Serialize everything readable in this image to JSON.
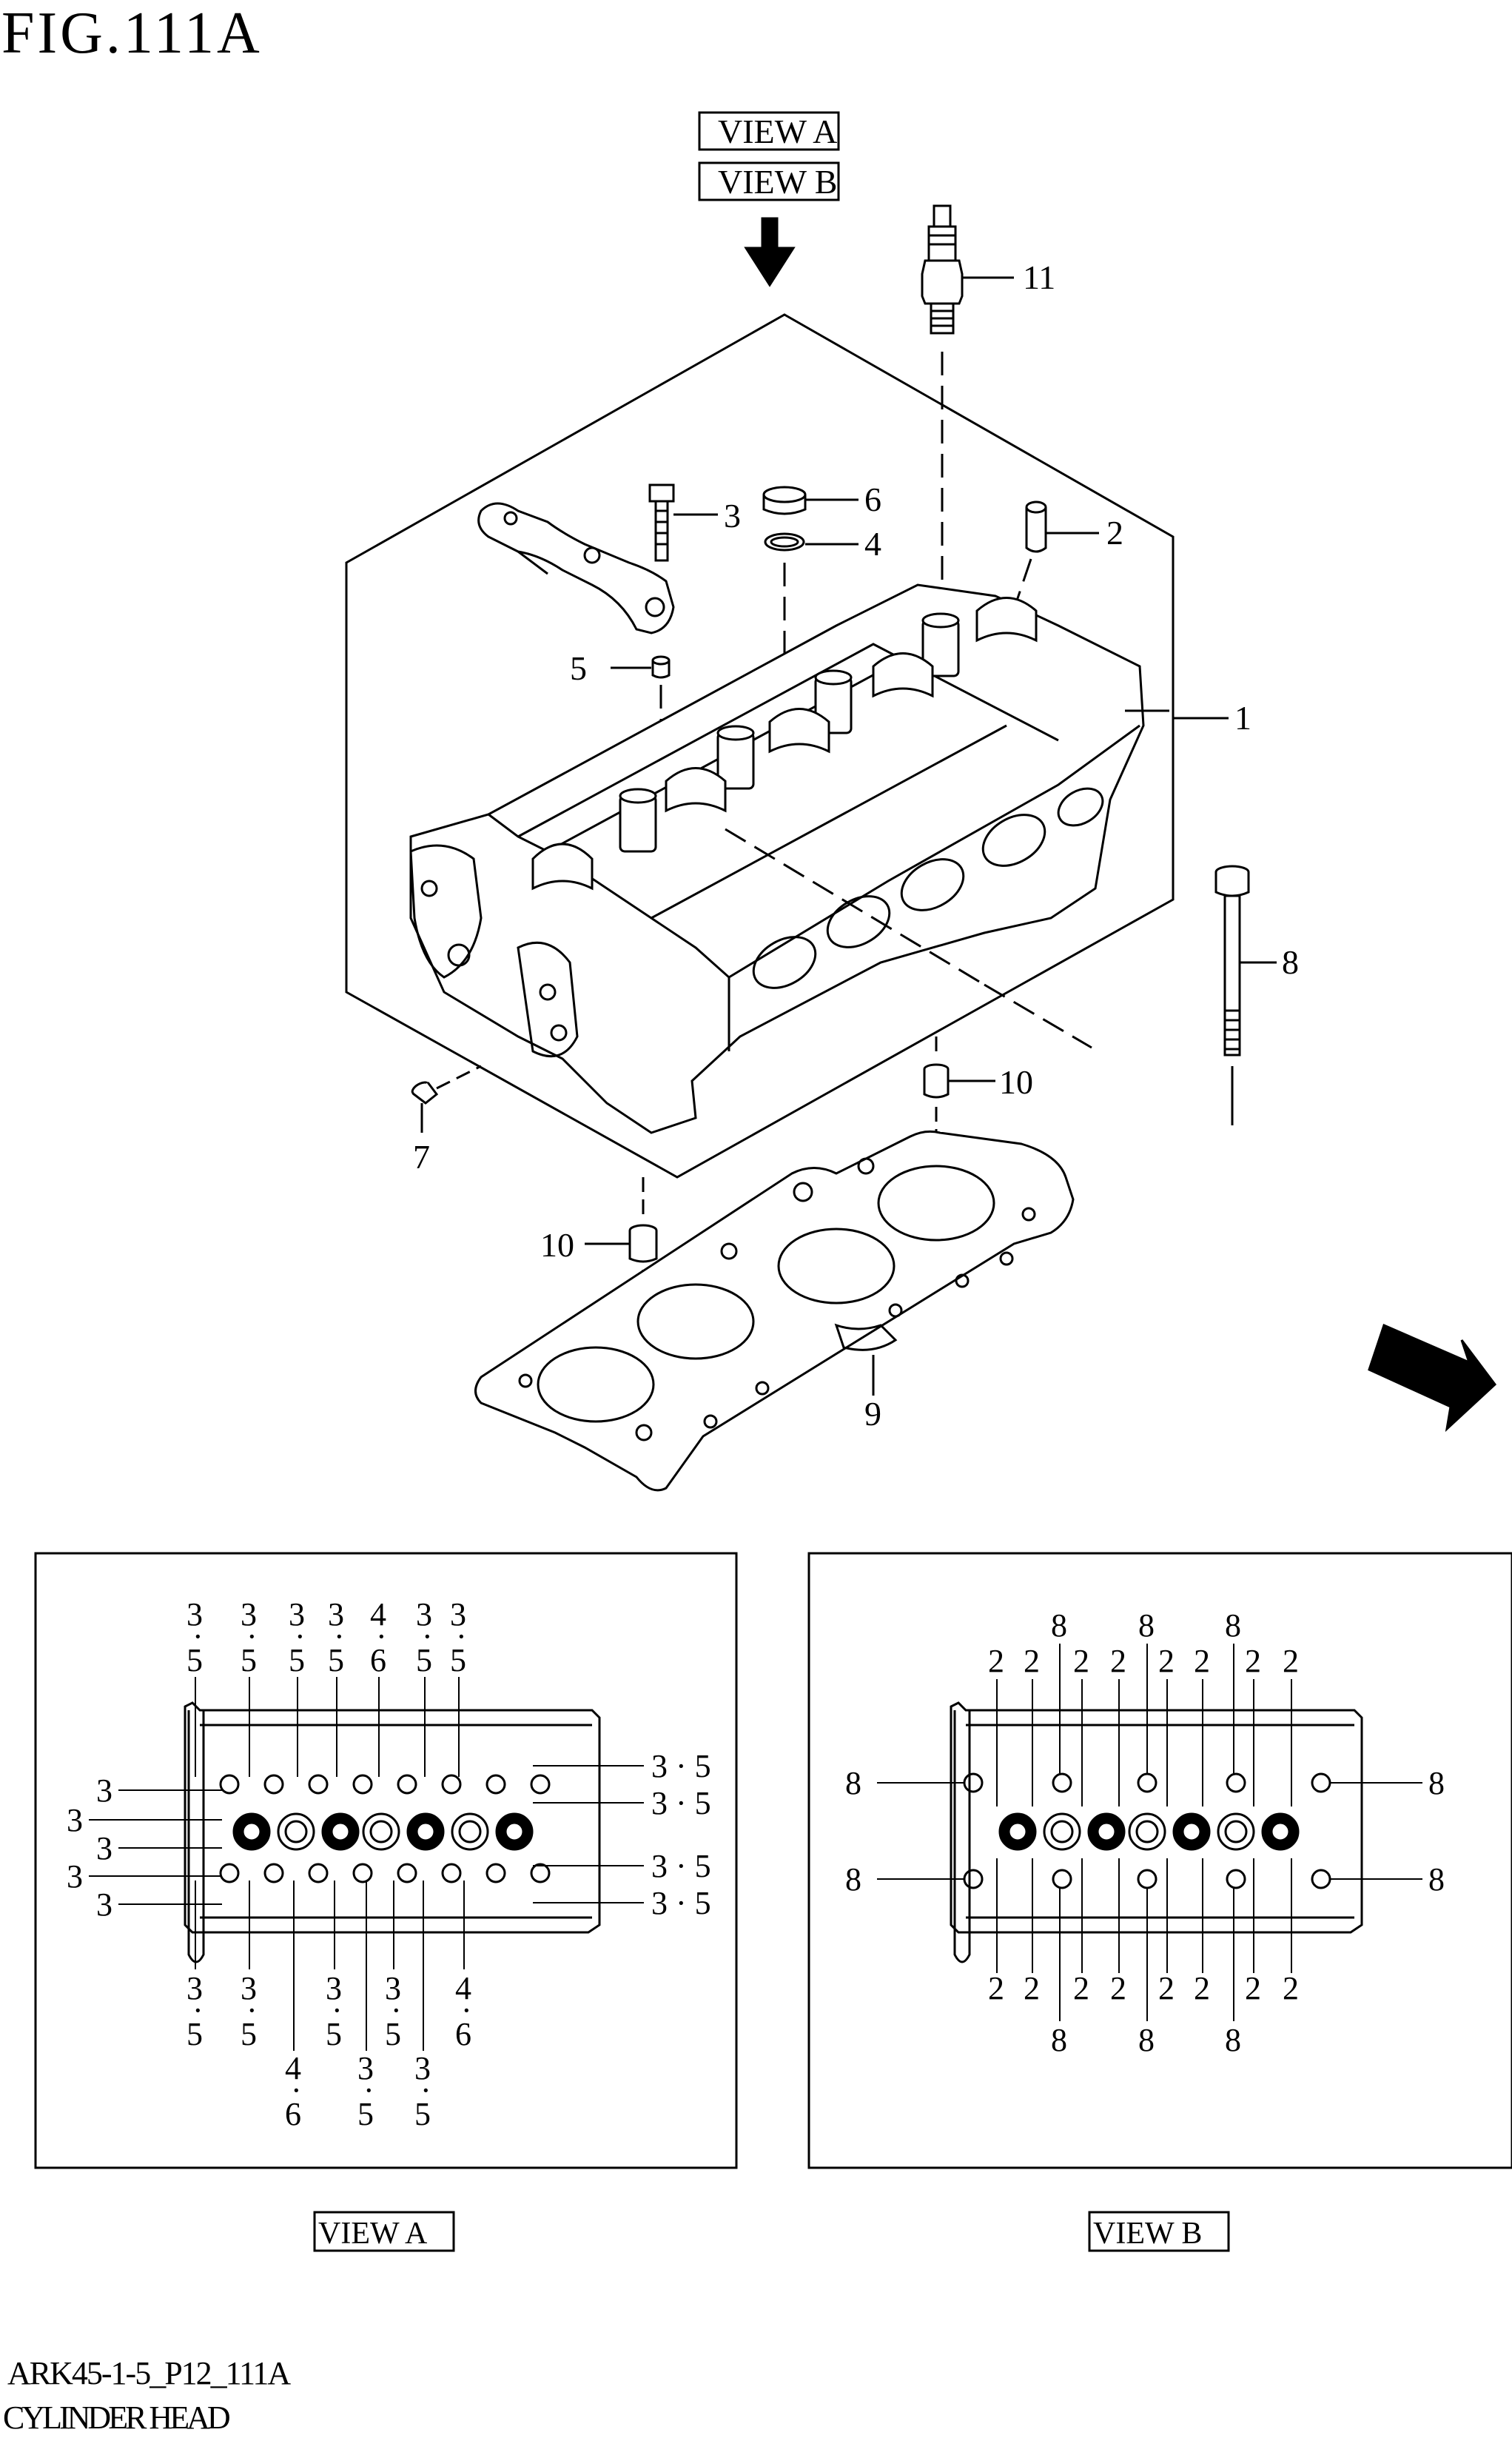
{
  "figure": {
    "title": "FIG.111A"
  },
  "footer": {
    "code": "ARK45-1-5_P12_111A",
    "name": "CYLINDER HEAD"
  },
  "view_labels": {
    "a": "VIEW A",
    "b": "VIEW B"
  },
  "fwd_label": "FWD",
  "callouts": {
    "c1": "1",
    "c2": "2",
    "c3": "3",
    "c4": "4",
    "c5": "5",
    "c6": "6",
    "c7": "7",
    "c8": "8",
    "c9": "9",
    "c10a": "10",
    "c10b": "10",
    "c11": "11"
  },
  "view_a": {
    "top_labels": [
      [
        "3",
        "5"
      ],
      [
        "3",
        "5"
      ],
      [
        "3",
        "5"
      ],
      [
        "3",
        "5"
      ],
      [
        "4",
        "6"
      ],
      [
        "3",
        "5"
      ],
      [
        "3",
        "5"
      ]
    ],
    "left_labels": [
      "3",
      "3",
      "3",
      "3",
      "3"
    ],
    "right_labels": [
      "3 · 5",
      "3 · 5",
      "3 · 5",
      "3 · 5"
    ],
    "bottom_labels_row1": [
      [
        "3",
        "5"
      ],
      [
        "3",
        "5"
      ],
      [
        "3",
        "5"
      ],
      [
        "3",
        "5"
      ],
      [
        "4",
        "6"
      ]
    ],
    "bottom_labels_row2": [
      [
        "4",
        "6"
      ],
      [
        "3",
        "5"
      ],
      [
        "3",
        "5"
      ]
    ]
  },
  "view_b": {
    "top_eights": [
      "8",
      "8",
      "8"
    ],
    "top_twos": [
      "2",
      "2",
      "2",
      "2",
      "2",
      "2",
      "2",
      "2"
    ],
    "left_eights": [
      "8",
      "8"
    ],
    "right_eights": [
      "8",
      "8"
    ],
    "bottom_twos": [
      "2",
      "2",
      "2",
      "2",
      "2",
      "2",
      "2",
      "2"
    ],
    "bottom_eights": [
      "8",
      "8",
      "8"
    ]
  }
}
